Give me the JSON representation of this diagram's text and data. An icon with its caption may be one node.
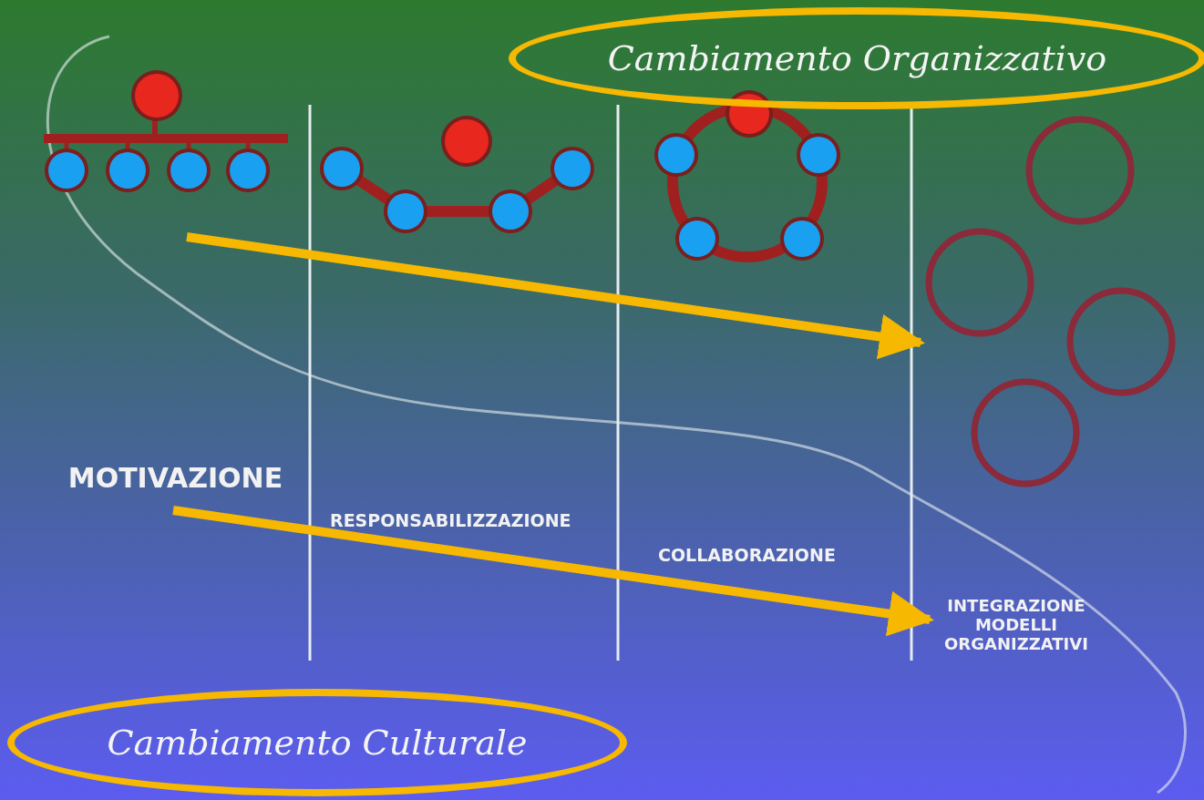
{
  "diagram": {
    "nodes": [
      {
        "text": [
          "Cambiamento Organizzativo"
        ]
      },
      {
        "text": [],
        "shape": "picture"
      },
      {
        "text": [],
        "shape": "picture"
      },
      {
        "text": [
          "MOTIVAZIONE"
        ]
      },
      {
        "text": [
          "INTEGRAZIONE MODELLI ORGANIZZATIVI"
        ]
      },
      {
        "text": [
          "Cambiamento Culturale"
        ]
      }
    ],
    "edges": [
      {
        "from": 1,
        "to": 2,
        "arrow": "to"
      },
      {
        "from": 3,
        "to": 4,
        "arrow": "to"
      }
    ],
    "labels": [
      "RESPONSABILIZZAZIONE",
      "COLLABORAZIONE"
    ]
  }
}
